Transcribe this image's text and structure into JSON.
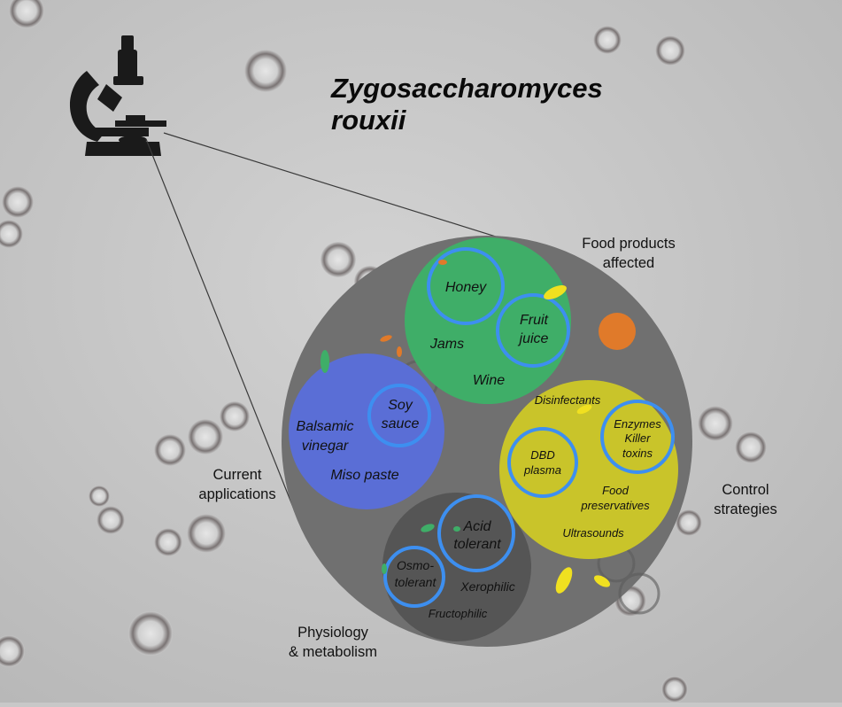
{
  "title": {
    "line1": "Zygosaccharomyces",
    "line2": "rouxii"
  },
  "outer_labels": {
    "food_products": [
      "Food products",
      "affected"
    ],
    "current_applications": [
      "Current",
      "applications"
    ],
    "control_strategies": [
      "Control",
      "strategies"
    ],
    "physiology": [
      "Physiology",
      "& metabolism"
    ]
  },
  "food_products": {
    "honey": "Honey",
    "fruit_juice": [
      "Fruit",
      "juice"
    ],
    "jams": "Jams",
    "wine": "Wine"
  },
  "current_applications": {
    "soy_sauce": [
      "Soy",
      "sauce"
    ],
    "balsamic_vinegar": [
      "Balsamic",
      "vinegar"
    ],
    "miso_paste": "Miso paste"
  },
  "control_strategies": {
    "disinfectants": "Disinfectants",
    "enzymes_killer_toxins": [
      "Enzymes",
      "Killer",
      "toxins"
    ],
    "dbd_plasma": [
      "DBD",
      "plasma"
    ],
    "food_preservatives": [
      "Food",
      "preservatives"
    ],
    "ultrasounds": "Ultrasounds"
  },
  "physiology": {
    "acid_tolerant": [
      "Acid",
      "tolerant"
    ],
    "osmotolerant": [
      "Osmo-",
      "tolerant"
    ],
    "xerophilic": "Xerophilic",
    "fructophilic": "Fructophilic"
  },
  "colors": {
    "background": "#c8c8c8",
    "big_circle": "#707070",
    "food_products": "#3fae68",
    "current_applications": "#5a6ed6",
    "control_strategies": "#c9c42a",
    "physiology": "#555555",
    "ring": "#3d8ff0",
    "orange_dot": "#e07a2a"
  }
}
